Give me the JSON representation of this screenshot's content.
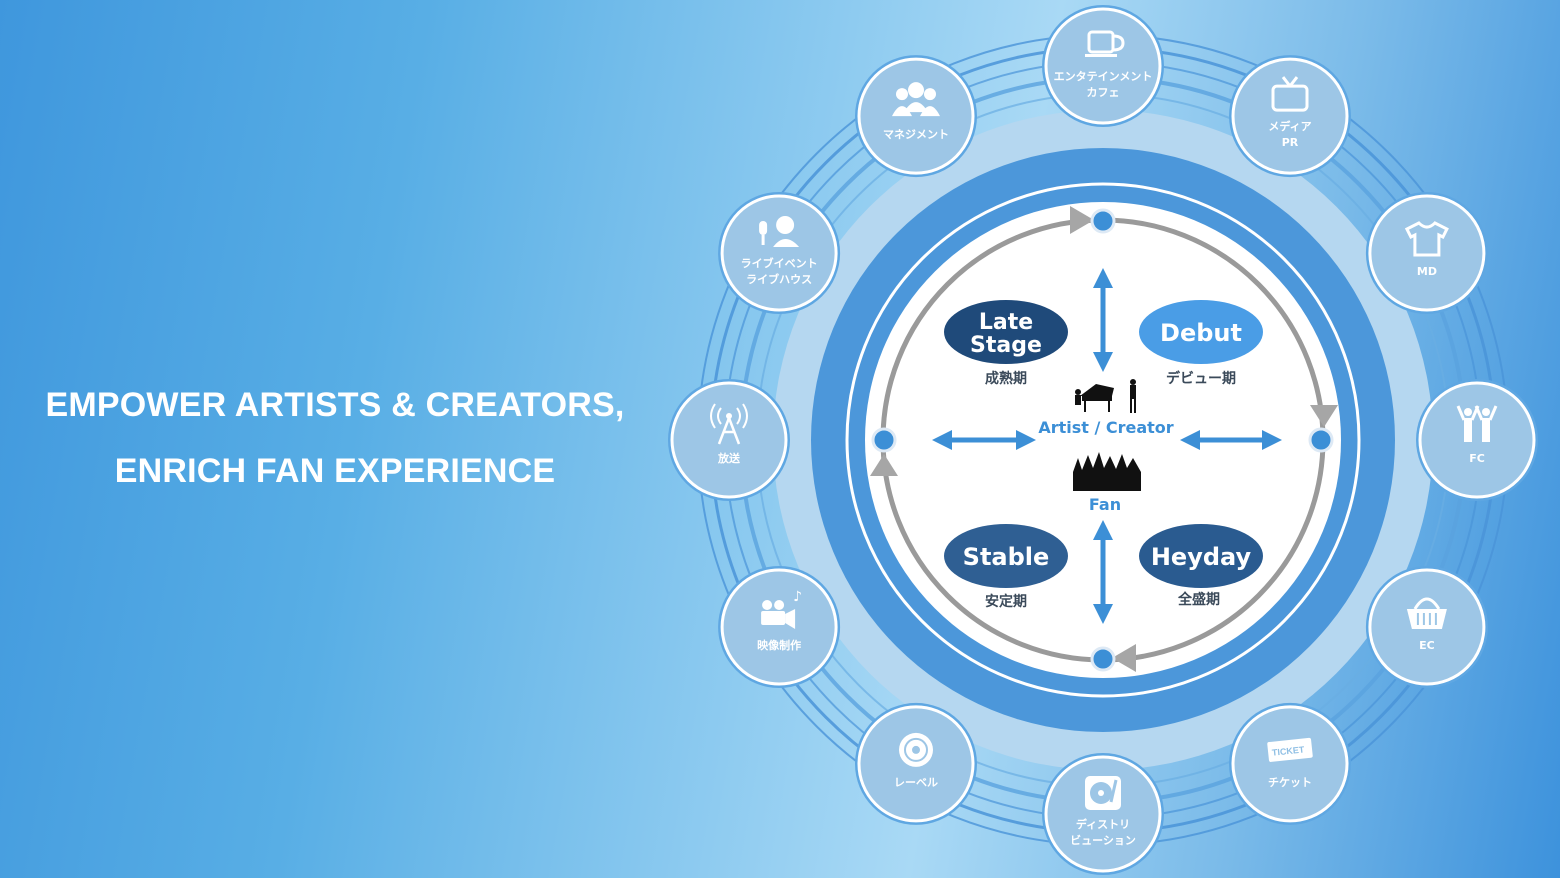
{
  "headline": {
    "line1": "EMPOWER ARTISTS & CREATORS,",
    "line2": "ENRICH FAN EXPERIENCE"
  },
  "colors": {
    "accent_blue": "#3c8fd6",
    "dark_navy": "#1f4a7a",
    "mid_navy": "#2f5f93",
    "light_blue_pill": "#4a9de6",
    "cycle_gray": "#9a9a9a"
  },
  "services": [
    {
      "id": "cafe",
      "icon": "cup-icon",
      "lines": [
        "エンタテインメント",
        "カフェ"
      ]
    },
    {
      "id": "media",
      "icon": "tv-icon",
      "lines": [
        "メディア",
        "PR"
      ]
    },
    {
      "id": "md",
      "icon": "tshirt-icon",
      "lines": [
        "MD"
      ]
    },
    {
      "id": "fc",
      "icon": "fans-icon",
      "lines": [
        "FC"
      ]
    },
    {
      "id": "ec",
      "icon": "basket-icon",
      "lines": [
        "EC"
      ]
    },
    {
      "id": "ticket",
      "icon": "ticket-icon",
      "lines": [
        "チケット"
      ]
    },
    {
      "id": "distribution",
      "icon": "turntable-icon",
      "lines": [
        "ディストリ",
        "ビューション"
      ]
    },
    {
      "id": "label",
      "icon": "disc-icon",
      "lines": [
        "レーベル"
      ]
    },
    {
      "id": "video",
      "icon": "video-camera-icon",
      "lines": [
        "映像制作"
      ]
    },
    {
      "id": "broadcast",
      "icon": "antenna-icon",
      "lines": [
        "放送"
      ]
    },
    {
      "id": "live",
      "icon": "microphone-icon",
      "lines": [
        "ライブイベント",
        "ライブハウス"
      ]
    },
    {
      "id": "management",
      "icon": "people-icon",
      "lines": [
        "マネジメント"
      ]
    }
  ],
  "stages": {
    "late": {
      "en1": "Late",
      "en2": "Stage",
      "jp": "成熟期"
    },
    "debut": {
      "en": "Debut",
      "jp": "デビュー期"
    },
    "stable": {
      "en": "Stable",
      "jp": "安定期"
    },
    "heyday": {
      "en": "Heyday",
      "jp": "全盛期"
    }
  },
  "center": {
    "artist_label": "Artist / Creator",
    "fan_label": "Fan"
  }
}
